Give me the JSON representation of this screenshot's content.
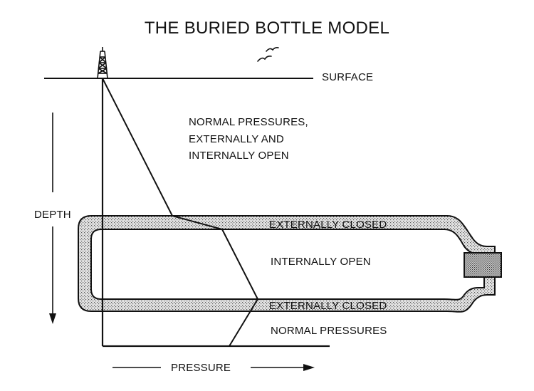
{
  "title": "THE BURIED BOTTLE MODEL",
  "labels": {
    "surface": "SURFACE",
    "normal_pressures_top": [
      "NORMAL PRESSURES,",
      "EXTERNALLY AND",
      "INTERNALLY OPEN"
    ],
    "depth": "DEPTH",
    "externally_closed_top": "EXTERNALLY CLOSED",
    "internally_open": "INTERNALLY OPEN",
    "externally_closed_bottom": "EXTERNALLY CLOSED",
    "normal_pressures_bottom": "NORMAL PRESSURES",
    "pressure": "PRESSURE"
  },
  "icons": {
    "derrick": "derrick-icon",
    "birds": "birds-icon"
  },
  "colors": {
    "ink": "#111111",
    "stipple": "#bdbdbd",
    "background": "#ffffff"
  }
}
